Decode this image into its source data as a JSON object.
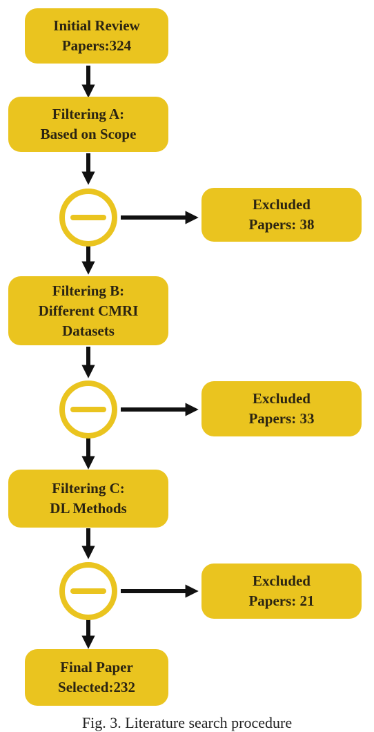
{
  "colors": {
    "box": "#eac41f",
    "arrow": "#111111",
    "text": "#2b2412"
  },
  "steps": {
    "initial": "Initial Review\nPapers:324",
    "filter_a": "Filtering A:\nBased on Scope",
    "filter_b": "Filtering B:\nDifferent CMRI\nDatasets",
    "filter_c": "Filtering C:\nDL Methods",
    "final": "Final Paper\nSelected:232"
  },
  "excluded": {
    "a": "Excluded\nPapers: 38",
    "b": "Excluded\nPapers: 33",
    "c": "Excluded\nPapers: 21"
  },
  "icons": [
    "minus-circle-icon",
    "arrow-down-icon",
    "arrow-right-icon"
  ],
  "caption": "Fig. 3. Literature search procedure"
}
